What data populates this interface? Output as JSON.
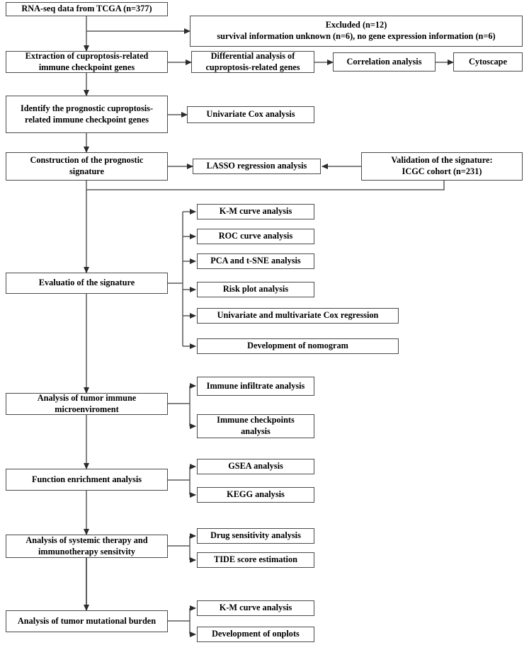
{
  "diagram": {
    "title": "Study workflow flowchart",
    "type": "flowchart",
    "line_color": "#4a4a4a",
    "text_color": "#000000",
    "background": "#ffffff"
  },
  "nodes": [
    {
      "id": "rnaseq",
      "label": "RNA-seq data from TCGA (n=377)"
    },
    {
      "id": "excluded",
      "line1": "Excluded (n=12)",
      "line2": "survival information unknown (n=6), no gene expression information (n=6)"
    },
    {
      "id": "extraction",
      "line1": "Extraction of cuproptosis-related",
      "line2": "immune checkpoint genes"
    },
    {
      "id": "differential",
      "line1": "Differential analysis of",
      "line2": "cuproptosis-related genes"
    },
    {
      "id": "correlation",
      "label": "Correlation analysis"
    },
    {
      "id": "cytoscape",
      "label": "Cytoscape"
    },
    {
      "id": "identify",
      "line1": "Identify the prognostic cuproptosis-",
      "line2": "related immune checkpoint genes"
    },
    {
      "id": "univariate",
      "label": "Univariate Cox analysis"
    },
    {
      "id": "construction",
      "line1": "Construction of  the prognostic",
      "line2": "signature"
    },
    {
      "id": "lasso",
      "label": "LASSO regression analysis"
    },
    {
      "id": "validation",
      "line1": "Validation of the signature:",
      "line2": "ICGC cohort (n=231)"
    },
    {
      "id": "evaluation",
      "label": "Evaluatio of the signature"
    },
    {
      "id": "km1",
      "label": "K-M curve analysis"
    },
    {
      "id": "roc",
      "label": "ROC curve analysis"
    },
    {
      "id": "pca",
      "label": "PCA and t-SNE analysis"
    },
    {
      "id": "riskplot",
      "label": "Risk plot analysis"
    },
    {
      "id": "unimulti",
      "label": "Univariate and multivariate Cox regression"
    },
    {
      "id": "nomogram",
      "label": "Development of nomogram"
    },
    {
      "id": "tme",
      "line1": "Analysis of tumor immune",
      "line2": "microenviroment"
    },
    {
      "id": "infiltrate",
      "label": "Immune infiltrate analysis"
    },
    {
      "id": "checkpoints",
      "line1": "Immune checkpoints",
      "line2": "analysis"
    },
    {
      "id": "function",
      "label": "Function enrichment analysis"
    },
    {
      "id": "gsea",
      "label": "GSEA analysis"
    },
    {
      "id": "kegg",
      "label": "KEGG analysis"
    },
    {
      "id": "systemic",
      "line1": "Analysis of systemic therapy and",
      "line2": "immunotherapy sensitvity"
    },
    {
      "id": "drug",
      "label": "Drug sensitivity analysis"
    },
    {
      "id": "tide",
      "label": "TIDE score estimation"
    },
    {
      "id": "tmb",
      "label": "Analysis of tumor mutational burden"
    },
    {
      "id": "km2",
      "label": "K-M curve analysis"
    },
    {
      "id": "onplots",
      "label": "Development of onplots"
    }
  ]
}
